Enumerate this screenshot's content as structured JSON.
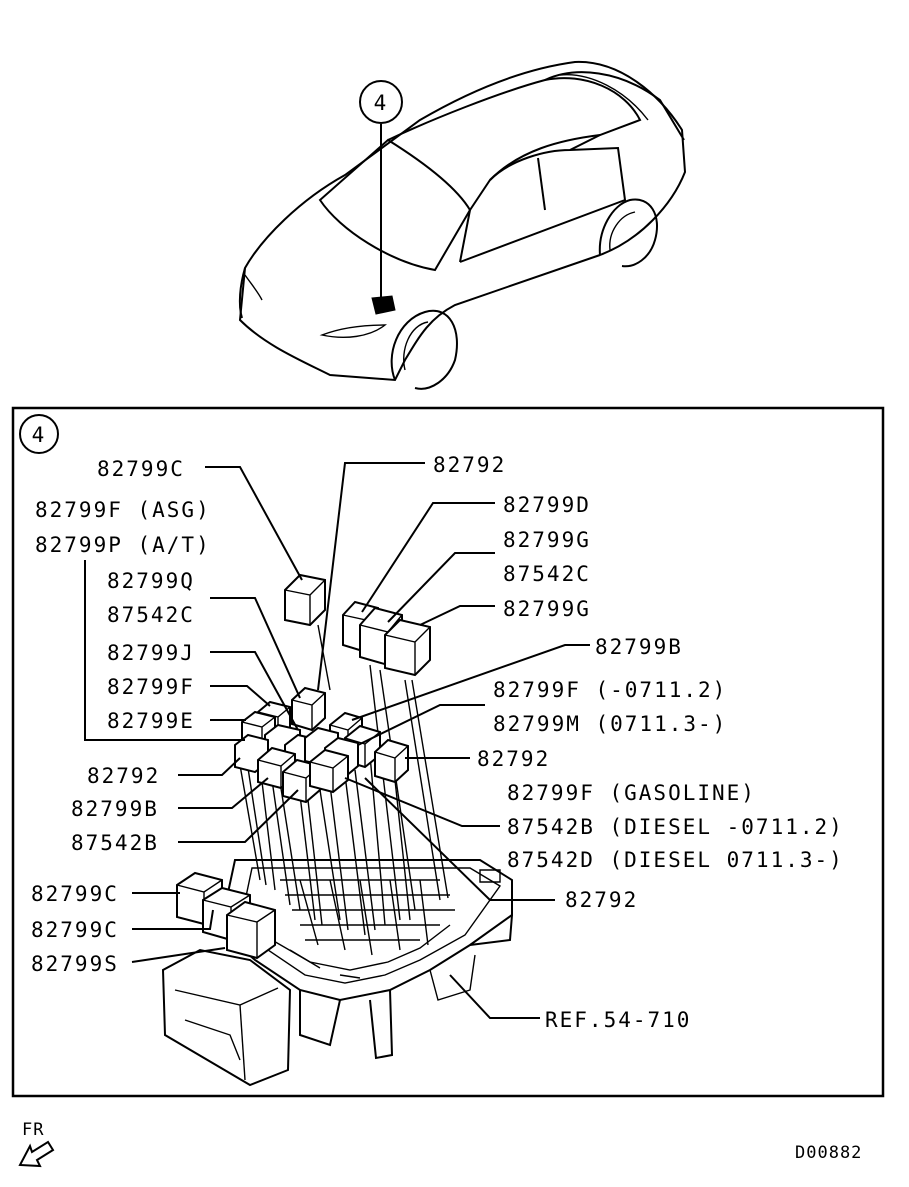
{
  "callout": "4",
  "panel_callout": "4",
  "labels": {
    "l1": "82799C",
    "l2": "82792",
    "l3": "82799F (ASG)",
    "l4": "82799P (A/T)",
    "l5": "82799D",
    "l6": "82799G",
    "l7": "87542C",
    "l8": "82799Q",
    "l9": "87542C",
    "l10": "82799G",
    "l11": "82799J",
    "l12": "82799B",
    "l13": "82799F",
    "l14": "82799F (-0711.2)",
    "l15": "82799E",
    "l16": "82799M (0711.3-)",
    "l17": "82792",
    "l18": "82792",
    "l19": "82799F (GASOLINE)",
    "l20": "82799B",
    "l21": "87542B (DIESEL -0711.2)",
    "l22": "87542B",
    "l23": "87542D (DIESEL 0711.3-)",
    "l24": "82799C",
    "l25": "82792",
    "l26": "82799C",
    "l27": "82799S",
    "l28": "REF.54-710"
  },
  "direction": "FR",
  "diagram_code": "D00882"
}
